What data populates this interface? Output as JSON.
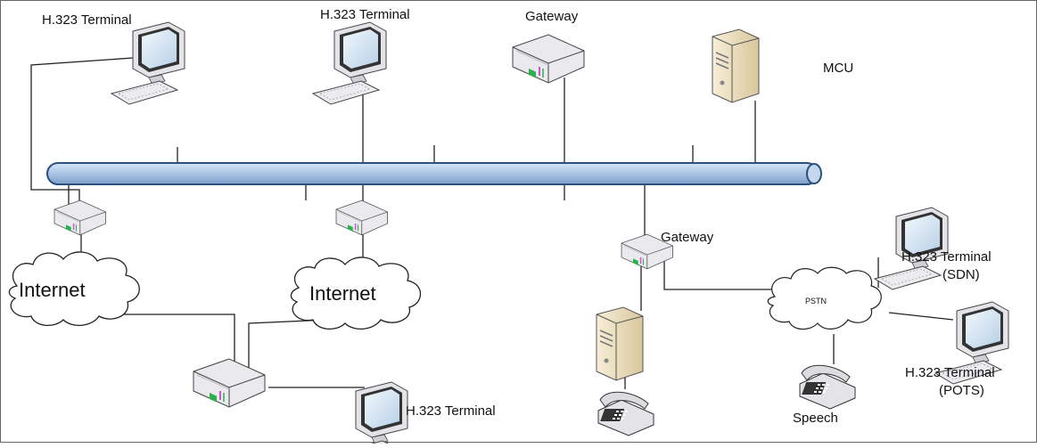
{
  "labels": {
    "terminal_top_left": "H.323 Terminal",
    "terminal_top_mid": "H.323 Terminal",
    "gateway_top": "Gateway",
    "mcu": "MCU",
    "gateway_right": "Gateway",
    "terminal_sdn": "H.323 Terminal",
    "terminal_sdn_sub": "(SDN)",
    "terminal_pots": "H.323 Terminal",
    "terminal_pots_sub": "(POTS)",
    "terminal_bottom": "H.323 Terminal",
    "speech": "Speech",
    "cloud_left": "Internet",
    "cloud_mid": "Internet",
    "pstn": "PSTN"
  },
  "colors": {
    "bus_fill": "#a9c4e4",
    "bus_stroke": "#2b4f7e",
    "device_body": "#e9e9ee",
    "device_outline": "#444444",
    "server_body": "#efe3c4",
    "screen": "#d7e7f4",
    "led_green": "#2bb24c",
    "led_magenta": "#d64fd2"
  }
}
